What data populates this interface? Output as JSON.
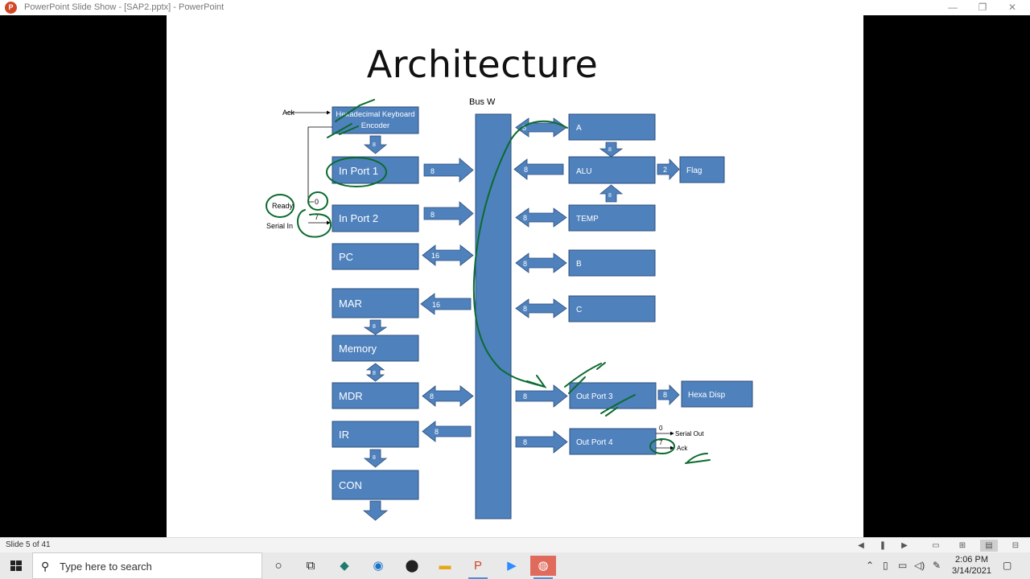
{
  "window": {
    "title": "PowerPoint Slide Show - [SAP2.pptx] - PowerPoint",
    "app_icon_letter": "P",
    "controls": {
      "minimize": "—",
      "restore": "❐",
      "close": "✕"
    }
  },
  "slide": {
    "title": "Architecture",
    "bus_label": "Bus W",
    "left_blocks": {
      "hex_keyboard": "Hexadecimal Keyboard Encoder",
      "in_port_1": "In Port 1",
      "in_port_2": "In Port 2",
      "pc": "PC",
      "mar": "MAR",
      "memory": "Memory",
      "mdr": "MDR",
      "ir": "IR",
      "con": "CON"
    },
    "right_blocks": {
      "a": "A",
      "alu": "ALU",
      "flag": "Flag",
      "temp": "TEMP",
      "b": "B",
      "c": "C",
      "out_port_3": "Out Port 3",
      "hexa_disp": "Hexa Disp",
      "out_port_4": "Out Port 4"
    },
    "side_labels": {
      "ack_in": "Ack",
      "ready": "Ready",
      "serial_in": "Serial In",
      "bit_0": "0",
      "bit_7": "7",
      "serial_out": "Serial Out",
      "ack_out": "Ack",
      "bit_0_out": "0",
      "bit_7_out": "7"
    },
    "bus_widths": {
      "in_port_1": "8",
      "in_port_2": "8",
      "pc": "16",
      "mar": "16",
      "mdr": "8",
      "ir": "8",
      "a": "8",
      "alu": "8",
      "temp": "8",
      "b": "8",
      "c": "8",
      "out_port_3": "8",
      "out_port_4": "8",
      "alu_flag": "2",
      "out3_hexa": "8",
      "vertical_links": "8"
    }
  },
  "status_bar": {
    "slide_counter": "Slide 5 of 41"
  },
  "taskbar": {
    "search_placeholder": "Type here to search",
    "clock_time": "2:06 PM",
    "clock_date": "3/14/2021"
  },
  "colors": {
    "block_fill": "#4f81bd",
    "block_stroke": "#2c4f7c",
    "ink": "#0b6b2e"
  }
}
